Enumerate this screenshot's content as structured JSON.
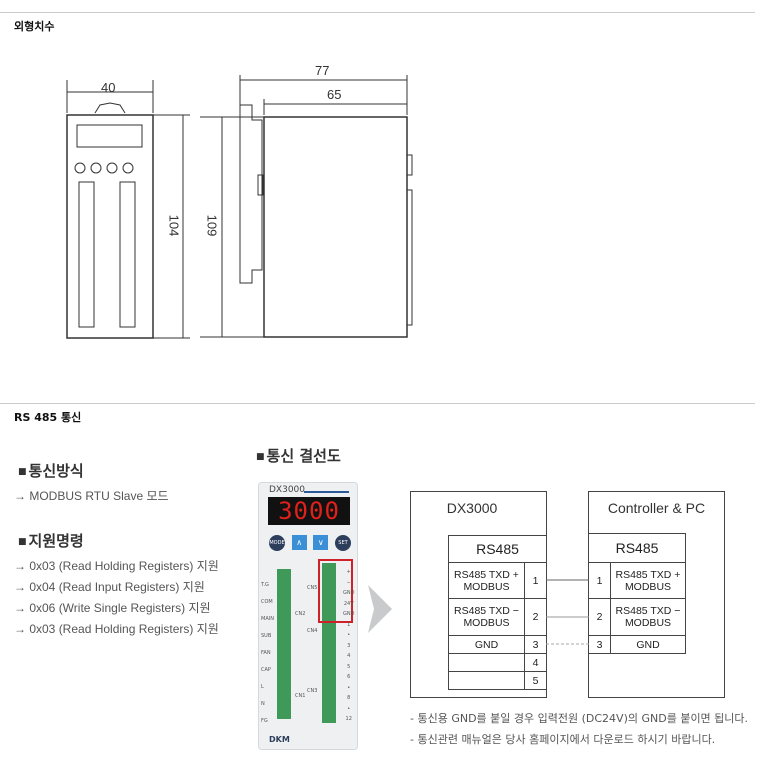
{
  "sections": {
    "dimensions_title": "외형치수",
    "rs485_title": "RS 485 통신"
  },
  "dimensions": {
    "front_width": "40",
    "front_height": "104",
    "side_total_depth": "77",
    "side_depth": "65",
    "side_height": "109"
  },
  "comm_method": {
    "heading": "통신방식",
    "items": [
      "→ MODBUS RTU Slave 모드"
    ]
  },
  "commands": {
    "heading": "지원명령",
    "items": [
      "→ 0x03 (Read Holding Registers) 지원",
      "→ 0x04 (Read Input Registers) 지원",
      "→ 0x06 (Write Single Registers) 지원",
      "→ 0x03 (Read Holding Registers) 지원"
    ]
  },
  "wiring": {
    "heading": "통신 결선도"
  },
  "device": {
    "model": "DX3000",
    "display": "3000",
    "buttons": [
      "MODE",
      "∧",
      "∨",
      "SET"
    ],
    "brand": "DKM",
    "left_labels": [
      "T.G",
      "COM",
      "MAIN",
      "SUB",
      "FAN",
      "CAP",
      "L",
      "N",
      "FG"
    ],
    "connector_labels": [
      "CN5",
      "CN2",
      "CN4",
      "CN3",
      "CN1"
    ],
    "right_labels": [
      "+",
      "−",
      "GND",
      "24V",
      "GND",
      "1",
      "•",
      "3",
      "4",
      "5",
      "6",
      "•",
      "8",
      "•",
      "12"
    ]
  },
  "diagram": {
    "dx_title": "DX3000",
    "pc_title": "Controller & PC",
    "rs485": "RS485",
    "dx_rows": [
      {
        "label": "RS485 TXD +\nMODBUS",
        "pin": "1"
      },
      {
        "label": "RS485 TXD −\nMODBUS",
        "pin": "2"
      },
      {
        "label": "GND",
        "pin": "3"
      },
      {
        "label": "",
        "pin": "4"
      },
      {
        "label": "",
        "pin": "5"
      }
    ],
    "pc_rows": [
      {
        "label": "RS485 TXD +\nMODBUS",
        "pin": "1"
      },
      {
        "label": "RS485 TXD −\nMODBUS",
        "pin": "2"
      },
      {
        "label": "GND",
        "pin": "3"
      }
    ]
  },
  "notes": [
    "- 통신용 GND를 붙일 경우 입력전원 (DC24V)의 GND를 붙이면 됩니다.",
    "- 통신관련 매뉴얼은 당사 홈페이지에서 다운로드 하시기 바랍니다."
  ]
}
